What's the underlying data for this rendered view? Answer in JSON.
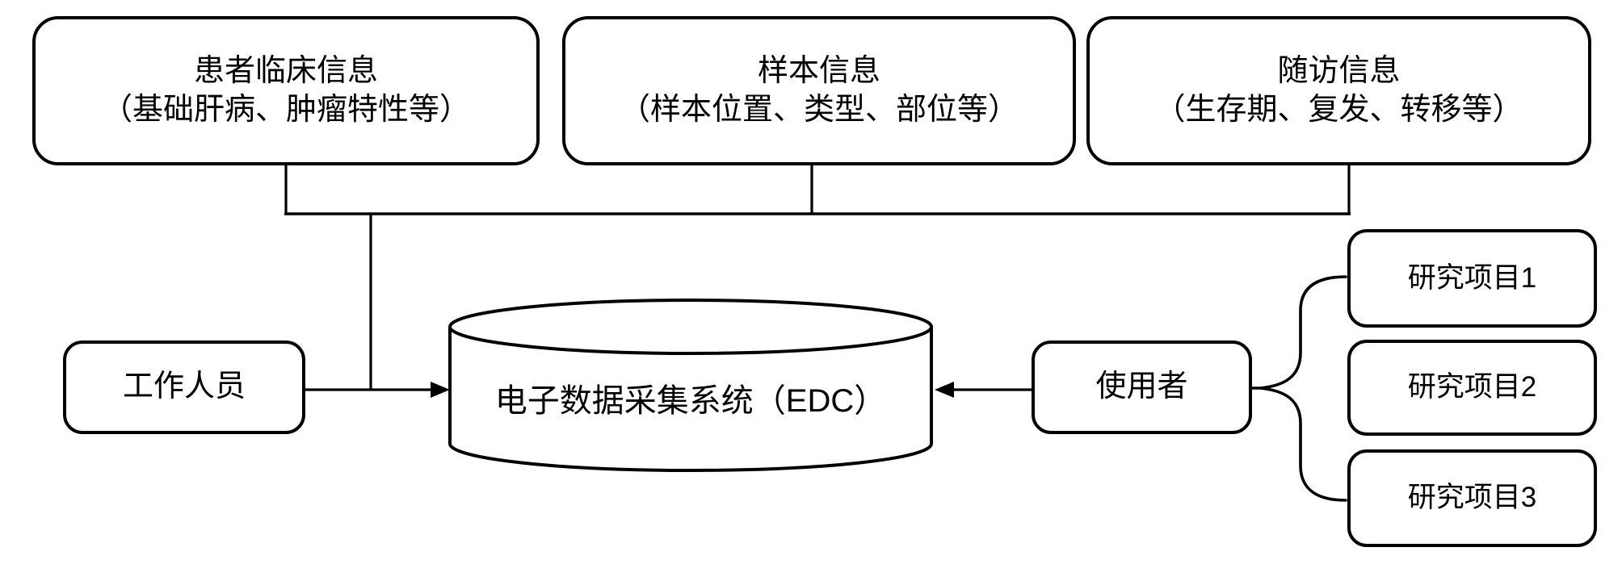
{
  "colors": {
    "background": "#ffffff",
    "line": "#000000",
    "box_fill": "#ffffff",
    "text": "#000000"
  },
  "top_boxes": [
    {
      "line1": "患者临床信息",
      "line2": "（基础肝病、肿瘤特性等）"
    },
    {
      "line1": "样本信息",
      "line2": "（样本位置、类型、部位等）"
    },
    {
      "line1": "随访信息",
      "line2": "（生存期、复发、转移等）"
    }
  ],
  "edc": {
    "label": "电子数据采集系统（EDC）",
    "shape": "cylinder"
  },
  "staff": {
    "label": "工作人员"
  },
  "user": {
    "label": "使用者"
  },
  "projects": [
    {
      "label": "研究项目1"
    },
    {
      "label": "研究项目2"
    },
    {
      "label": "研究项目3"
    }
  ],
  "connections": [
    {
      "from": "患者临床信息",
      "to": "电子数据采集系统（EDC）",
      "type": "line"
    },
    {
      "from": "样本信息",
      "to": "电子数据采集系统（EDC）",
      "type": "line"
    },
    {
      "from": "随访信息",
      "to": "电子数据采集系统（EDC）",
      "type": "line"
    },
    {
      "from": "工作人员",
      "to": "电子数据采集系统（EDC）",
      "type": "arrow"
    },
    {
      "from": "使用者",
      "to": "电子数据采集系统（EDC）",
      "type": "arrow"
    },
    {
      "from": "使用者",
      "to": "研究项目1、研究项目2、研究项目3",
      "type": "brace"
    }
  ]
}
